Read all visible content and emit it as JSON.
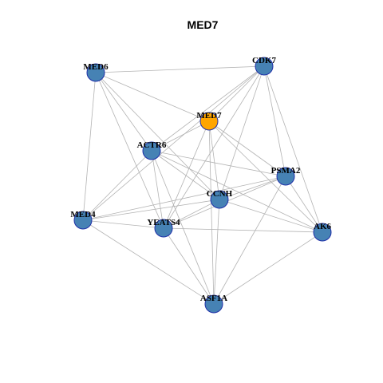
{
  "title": "MED7",
  "colors": {
    "default_node": "#4682b4",
    "highlight_node": "#ffa500",
    "node_border": "#1f2fa8",
    "edge": "#b3b3b3",
    "background": "#ffffff"
  },
  "nodes": [
    {
      "id": "MED6",
      "label": "MED6"
    },
    {
      "id": "CDK7",
      "label": "CDK7"
    },
    {
      "id": "MED7",
      "label": "MED7",
      "highlight": true
    },
    {
      "id": "ACTR6",
      "label": "ACTR6"
    },
    {
      "id": "PSMA2",
      "label": "PSMA2"
    },
    {
      "id": "CCNH",
      "label": "CCNH"
    },
    {
      "id": "MED4",
      "label": "MED4"
    },
    {
      "id": "YEATS4",
      "label": "YEATS4"
    },
    {
      "id": "AK6",
      "label": "AK6"
    },
    {
      "id": "ASF1A",
      "label": "ASF1A"
    }
  ],
  "edges": [
    [
      "MED6",
      "CDK7"
    ],
    [
      "MED6",
      "MED7"
    ],
    [
      "MED6",
      "ACTR6"
    ],
    [
      "MED6",
      "CCNH"
    ],
    [
      "MED6",
      "YEATS4"
    ],
    [
      "MED6",
      "MED4"
    ],
    [
      "CDK7",
      "MED7"
    ],
    [
      "CDK7",
      "ACTR6"
    ],
    [
      "CDK7",
      "PSMA2"
    ],
    [
      "CDK7",
      "CCNH"
    ],
    [
      "CDK7",
      "AK6"
    ],
    [
      "CDK7",
      "YEATS4"
    ],
    [
      "CDK7",
      "MED4"
    ],
    [
      "MED7",
      "ACTR6"
    ],
    [
      "MED7",
      "CCNH"
    ],
    [
      "MED7",
      "PSMA2"
    ],
    [
      "MED7",
      "AK6"
    ],
    [
      "MED7",
      "YEATS4"
    ],
    [
      "MED7",
      "ASF1A"
    ],
    [
      "ACTR6",
      "PSMA2"
    ],
    [
      "ACTR6",
      "CCNH"
    ],
    [
      "ACTR6",
      "MED4"
    ],
    [
      "ACTR6",
      "YEATS4"
    ],
    [
      "ACTR6",
      "AK6"
    ],
    [
      "ACTR6",
      "ASF1A"
    ],
    [
      "PSMA2",
      "CCNH"
    ],
    [
      "PSMA2",
      "MED4"
    ],
    [
      "PSMA2",
      "YEATS4"
    ],
    [
      "PSMA2",
      "AK6"
    ],
    [
      "PSMA2",
      "ASF1A"
    ],
    [
      "CCNH",
      "MED4"
    ],
    [
      "CCNH",
      "YEATS4"
    ],
    [
      "CCNH",
      "AK6"
    ],
    [
      "CCNH",
      "ASF1A"
    ],
    [
      "MED4",
      "YEATS4"
    ],
    [
      "MED4",
      "ASF1A"
    ],
    [
      "YEATS4",
      "AK6"
    ],
    [
      "YEATS4",
      "ASF1A"
    ],
    [
      "AK6",
      "ASF1A"
    ]
  ]
}
